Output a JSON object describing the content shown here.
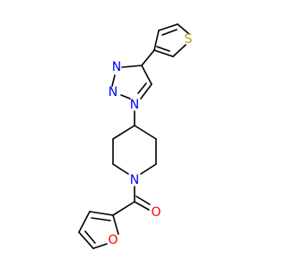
{
  "atoms": [
    {
      "id": "n_triazole_3",
      "symbol": "N",
      "color": "#0000ff"
    },
    {
      "id": "n_triazole_2",
      "symbol": "N",
      "color": "#0000ff"
    },
    {
      "id": "n_triazole_1",
      "symbol": "N",
      "color": "#0000ff"
    },
    {
      "id": "n_piperidine",
      "symbol": "N",
      "color": "#0000ff"
    },
    {
      "id": "o_carbonyl",
      "symbol": "O",
      "color": "#ff0000"
    },
    {
      "id": "o_furan",
      "symbol": "O",
      "color": "#ff0000"
    },
    {
      "id": "s_thiophene",
      "symbol": "S",
      "color": "#b8a000"
    }
  ]
}
